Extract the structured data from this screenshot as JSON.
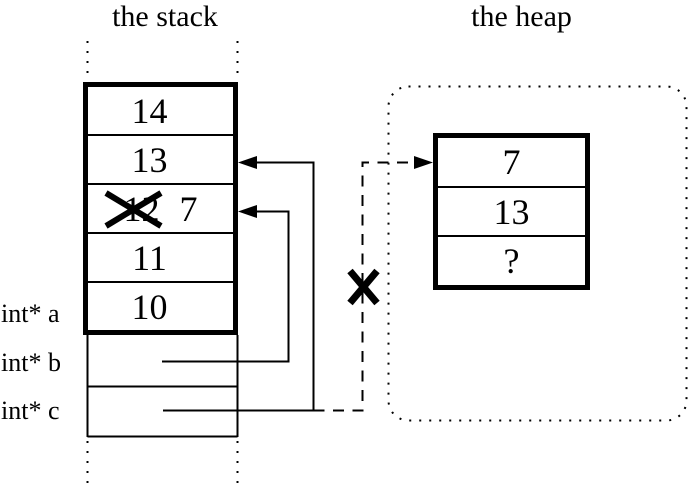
{
  "colors": {
    "ink": "#000000",
    "background": "#ffffff"
  },
  "stack": {
    "title": "the stack",
    "cells": [
      {
        "value": "14"
      },
      {
        "value": "13"
      },
      {
        "old_value": "12",
        "value": "7"
      },
      {
        "value": "11"
      },
      {
        "value": "10"
      }
    ],
    "pointer_labels": [
      {
        "label": "int* a"
      },
      {
        "label": "int* b"
      },
      {
        "label": "int* c"
      }
    ]
  },
  "heap": {
    "title": "the heap",
    "cells": [
      {
        "value": "7"
      },
      {
        "value": "13"
      },
      {
        "value": "?"
      }
    ]
  }
}
